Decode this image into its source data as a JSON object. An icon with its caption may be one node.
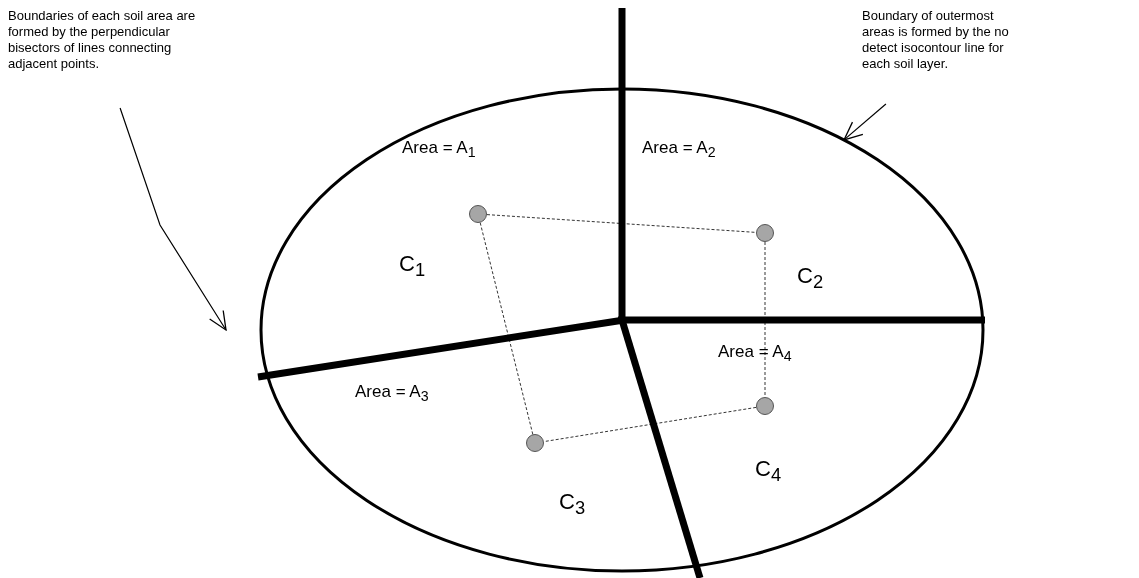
{
  "diagram": {
    "nodes": [
      {
        "text": [
          "Boundaries of each soil area are formed by the perpendicular bisectors of lines connecting adjacent points."
        ]
      },
      {
        "text": [
          "Boundary of outermost areas is formed by the no detect isocontour line for each soil layer."
        ]
      },
      {
        "text": [],
        "shape": "ellipse"
      },
      {
        "text": [],
        "shape": "circle",
        "in": 2,
        "beside": [
          "C$_{1}$"
        ]
      },
      {
        "text": [],
        "shape": "circle",
        "in": 2,
        "beside": [
          "C$_{2}$"
        ]
      },
      {
        "text": [],
        "shape": "circle",
        "in": 2,
        "beside": [
          "C$_{3}$"
        ]
      },
      {
        "text": [],
        "shape": "circle",
        "in": 2,
        "beside": [
          "C$_{4}$"
        ]
      }
    ],
    "edges": [
      {
        "from": 0,
        "to": null,
        "arrow": "to"
      },
      {
        "from": 1,
        "to": 2,
        "arrow": "to"
      },
      {
        "from": 3,
        "to": 4,
        "arrow": "none",
        "style": "dashed"
      },
      {
        "from": 4,
        "to": 6,
        "arrow": "none",
        "style": "dashed"
      },
      {
        "from": 6,
        "to": 5,
        "arrow": "none",
        "style": "dashed"
      },
      {
        "from": 5,
        "to": 3,
        "arrow": "none",
        "style": "dashed"
      }
    ],
    "labels": [
      "Area = A$_{1}$",
      "Area = A$_{2}$",
      "Area = A$_{4}$",
      "Area = A$_{3}$"
    ]
  }
}
